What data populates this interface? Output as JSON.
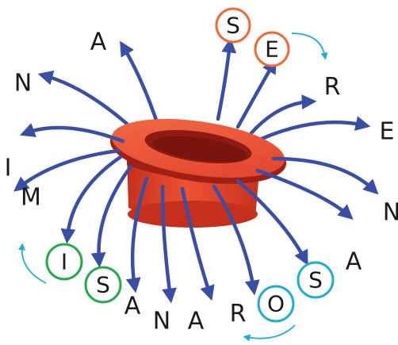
{
  "letters": [
    {
      "id": "A_top",
      "text": "A",
      "circled": false,
      "ring": "none"
    },
    {
      "id": "N_top",
      "text": "N",
      "circled": false,
      "ring": "none"
    },
    {
      "id": "I_left",
      "text": "I",
      "circled": false,
      "ring": "none"
    },
    {
      "id": "M_left",
      "text": "M",
      "circled": false,
      "ring": "none"
    },
    {
      "id": "I_ring",
      "text": "I",
      "circled": true,
      "ring": "green"
    },
    {
      "id": "S_ring1",
      "text": "S",
      "circled": true,
      "ring": "green"
    },
    {
      "id": "A_bot1",
      "text": "A",
      "circled": false,
      "ring": "none"
    },
    {
      "id": "N_bot",
      "text": "N",
      "circled": false,
      "ring": "none"
    },
    {
      "id": "A_bot2",
      "text": "A",
      "circled": false,
      "ring": "none"
    },
    {
      "id": "R_bot",
      "text": "R",
      "circled": false,
      "ring": "none"
    },
    {
      "id": "O_ring",
      "text": "O",
      "circled": true,
      "ring": "cyan"
    },
    {
      "id": "S_ring2",
      "text": "S",
      "circled": true,
      "ring": "cyan"
    },
    {
      "id": "A_right",
      "text": "A",
      "circled": false,
      "ring": "none"
    },
    {
      "id": "N_right",
      "text": "N",
      "circled": false,
      "ring": "none"
    },
    {
      "id": "E_right",
      "text": "E",
      "circled": false,
      "ring": "none"
    },
    {
      "id": "R_right",
      "text": "R",
      "circled": false,
      "ring": "none"
    },
    {
      "id": "E_ring",
      "text": "E",
      "circled": true,
      "ring": "orange"
    },
    {
      "id": "S_ring3",
      "text": "S",
      "circled": true,
      "ring": "orange"
    }
  ],
  "colors": {
    "arrow": "#3a4fa3",
    "hat_main": "#e8452a",
    "hat_dark": "#a02016",
    "hat_light": "#f26a45",
    "hat_inner": "#8e1a12",
    "ring_green": "#27a84a",
    "ring_cyan": "#22aec8",
    "ring_orange": "#ef6a3a",
    "cycle_arrow": "#22aec8"
  }
}
